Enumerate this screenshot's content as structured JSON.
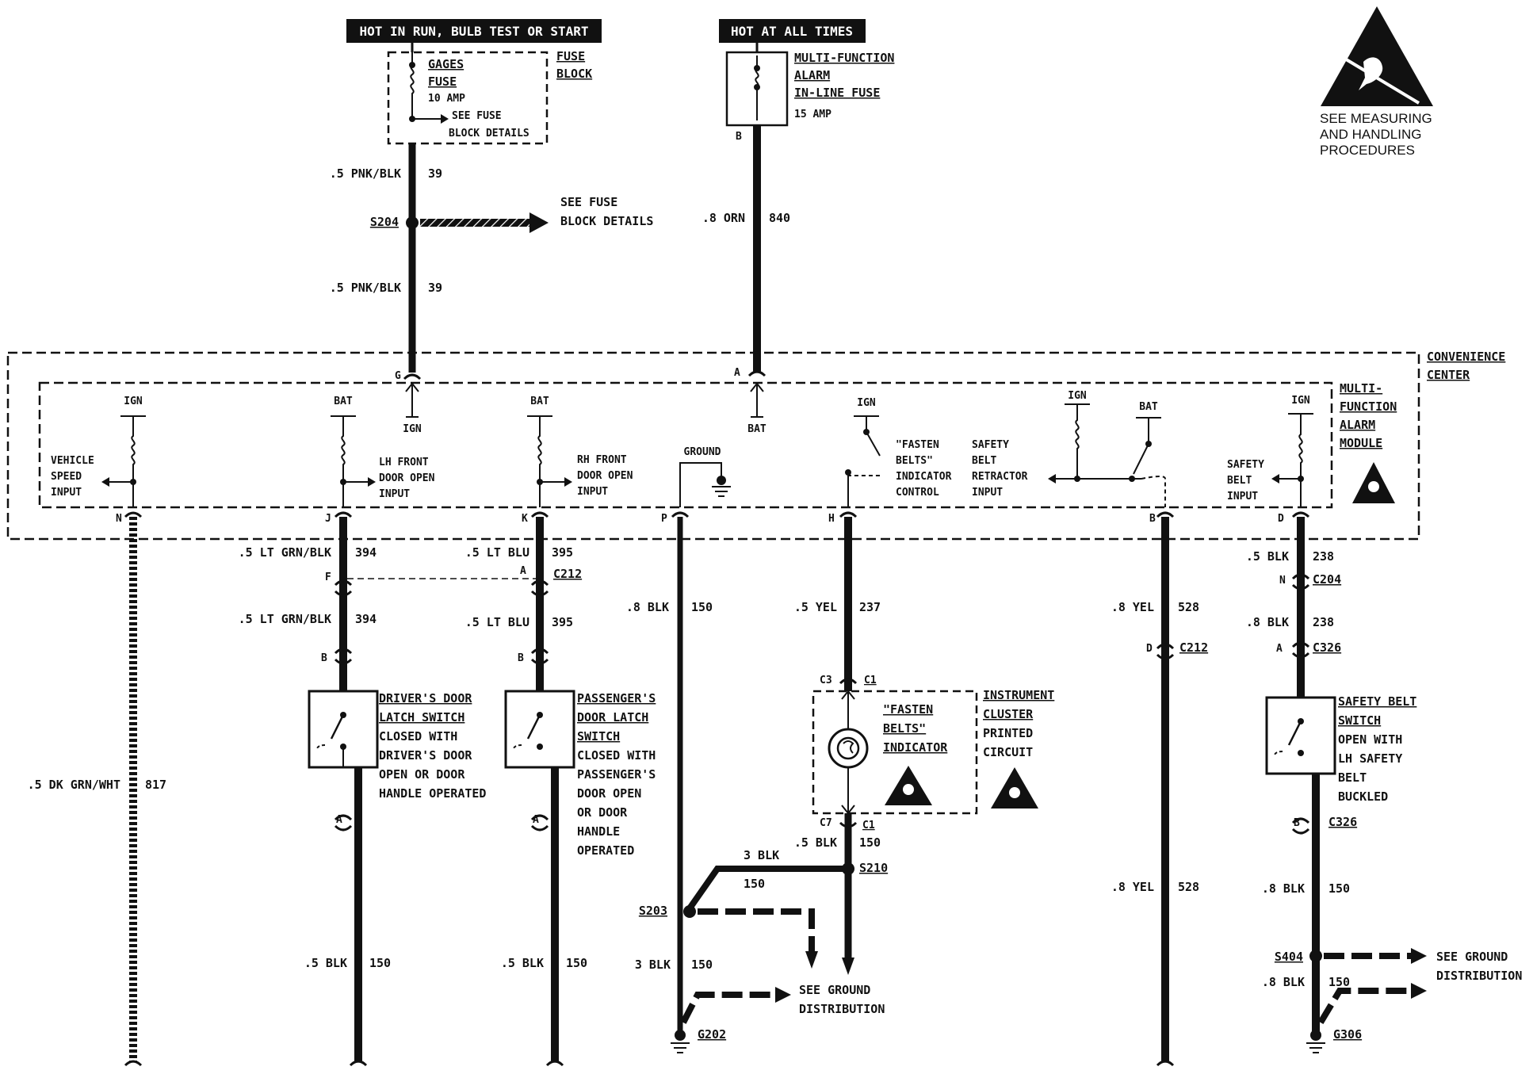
{
  "power": {
    "banner_run": "HOT IN RUN, BULB TEST OR START",
    "banner_all": "HOT AT ALL TIMES",
    "fuse_block_label": [
      "FUSE",
      "BLOCK"
    ],
    "gages_fuse_name": [
      "GAGES",
      "FUSE"
    ],
    "gages_fuse_rating": "10 AMP",
    "gages_fuse_note": [
      "SEE FUSE",
      "BLOCK DETAILS"
    ],
    "inline_fuse_name": [
      "MULTI-FUNCTION",
      "ALARM",
      "IN-LINE FUSE"
    ],
    "inline_fuse_rating": "15 AMP"
  },
  "esd_note": [
    "SEE MEASURING",
    "AND HANDLING",
    "PROCEDURES"
  ],
  "splice_s204": "S204",
  "see_fuse_block": [
    "SEE FUSE",
    "BLOCK DETAILS"
  ],
  "convenience_center": [
    "CONVENIENCE",
    "CENTER"
  ],
  "module_label": [
    "MULTI-",
    "FUNCTION",
    "ALARM",
    "MODULE"
  ],
  "pins": {
    "N": "N",
    "J": "J",
    "K": "K",
    "P": "P",
    "H": "H",
    "B": "B",
    "D": "D",
    "G": "G",
    "A": "A"
  },
  "inputs": {
    "vehicle_speed": [
      "VEHICLE",
      "SPEED",
      "INPUT"
    ],
    "lh_front_door": [
      "LH FRONT",
      "DOOR OPEN",
      "INPUT"
    ],
    "rh_front_door": [
      "RH FRONT",
      "DOOR OPEN",
      "INPUT"
    ],
    "ground": "GROUND",
    "fasten_belts_control": [
      "\"FASTEN",
      "BELTS\"",
      "INDICATOR",
      "CONTROL"
    ],
    "safety_belt_retractor": [
      "SAFETY",
      "BELT",
      "RETRACTOR",
      "INPUT"
    ],
    "safety_belt_input": [
      "SAFETY",
      "BELT",
      "INPUT"
    ],
    "ign": "IGN",
    "bat": "BAT"
  },
  "wires": [
    {
      "size": ".5 PNK/BLK",
      "circuit": "39"
    },
    {
      "size": ".8 ORN",
      "circuit": "840"
    },
    {
      "size": ".5 LT GRN/BLK",
      "circuit": "394"
    },
    {
      "size": ".5 LT BLU",
      "circuit": "395"
    },
    {
      "size": ".8 BLK",
      "circuit": "150"
    },
    {
      "size": ".5 YEL",
      "circuit": "237"
    },
    {
      "size": ".8 YEL",
      "circuit": "528"
    },
    {
      "size": ".5 BLK",
      "circuit": "238"
    },
    {
      "size": ".8 BLK",
      "circuit": "238"
    },
    {
      "size": ".5 DK GRN/WHT",
      "circuit": "817"
    },
    {
      "size": ".5 BLK",
      "circuit": "150"
    },
    {
      "size": "3 BLK",
      "circuit": "150"
    },
    {
      "size": ".8 BLK",
      "circuit": "150"
    }
  ],
  "connectors": {
    "c212": "C212",
    "c204": "C204",
    "c326": "C326",
    "c1": "C1",
    "c3": "C3",
    "c7": "C7",
    "pin_f": "F",
    "pin_a": "A",
    "pin_b": "B",
    "pin_d": "D",
    "pin_n": "N"
  },
  "switches": {
    "driver_door": [
      "DRIVER'S DOOR",
      "LATCH SWITCH",
      "CLOSED WITH",
      "DRIVER'S DOOR",
      "OPEN OR DOOR",
      "HANDLE OPERATED"
    ],
    "passenger_door": [
      "PASSENGER'S",
      "DOOR LATCH",
      "SWITCH",
      "CLOSED WITH",
      "PASSENGER'S",
      "DOOR OPEN",
      "OR  DOOR",
      "HANDLE",
      "OPERATED"
    ],
    "safety_belt": [
      "SAFETY BELT",
      "SWITCH",
      "OPEN WITH",
      "LH SAFETY",
      "BELT",
      "BUCKLED"
    ]
  },
  "indicator": {
    "name": [
      "\"FASTEN",
      "BELTS\"",
      "INDICATOR"
    ],
    "cluster": [
      "INSTRUMENT",
      "CLUSTER",
      "PRINTED",
      "CIRCUIT"
    ]
  },
  "splices": {
    "s203": "S203",
    "s210": "S210",
    "s404": "S404"
  },
  "grounds": {
    "g202": "G202",
    "g306": "G306"
  },
  "see_ground": [
    "SEE GROUND",
    "DISTRIBUTION"
  ],
  "colors": {
    "ink": "#111111",
    "paper": "#ffffff"
  }
}
